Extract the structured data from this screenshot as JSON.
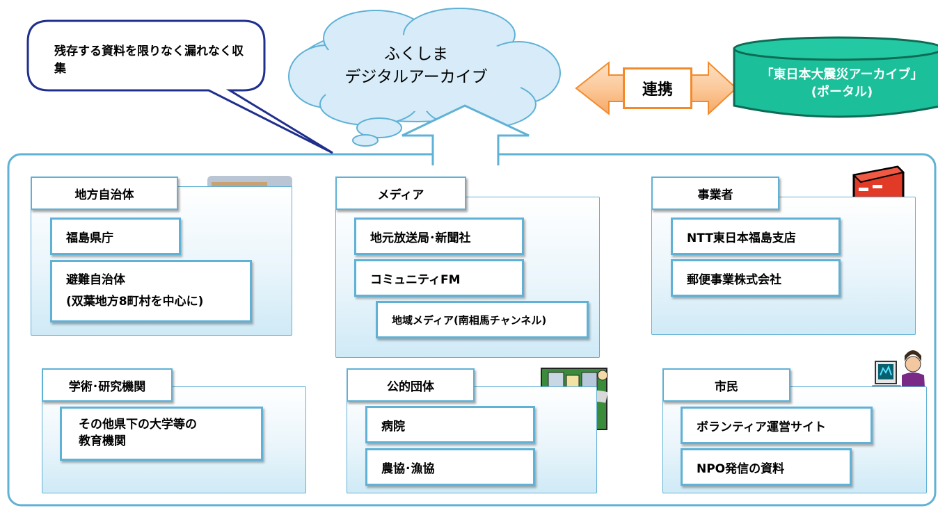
{
  "bubble": {
    "text": "残存する資料を限りなく漏れなく収集"
  },
  "cloud": {
    "line1": "ふくしま",
    "line2": "デジタルアーカイブ"
  },
  "link": {
    "label": "連携"
  },
  "portal": {
    "line1": "「東日本大震災アーカイブ」",
    "line2": "(ポータル)"
  },
  "groups": [
    {
      "title": "地方自治体",
      "items": [
        "福島県庁"
      ],
      "multi": [
        "避難自治体",
        "(双葉地方8町村を中心に)"
      ]
    },
    {
      "title": "メディア",
      "items": [
        "地元放送局･新聞社",
        "コミュニティFM",
        "地域メディア(南相馬チャンネル)"
      ]
    },
    {
      "title": "事業者",
      "items": [
        "NTT東日本福島支店",
        "郵便事業株式会社"
      ]
    },
    {
      "title": "学術･研究機関",
      "multi": [
        "その他県下の大学等の",
        "教育機関"
      ]
    },
    {
      "title": "公的団体",
      "items": [
        "病院",
        "農協･漁協"
      ]
    },
    {
      "title": "市民",
      "items": [
        "ボランティア運営サイト",
        "NPO発信の資料"
      ]
    }
  ],
  "colors": {
    "cloud_fill": "#d7ecf8",
    "outline_blue": "#5fb1d6",
    "link_orange": "#f28a2c",
    "portal_teal": "#1bbf99",
    "bubble_border": "#1f2f8c"
  },
  "icons": [
    "building-clipart-icon",
    "mailbox-clipart-icon",
    "city-ambulance-phone-clipart-icon",
    "person-at-computer-clipart-icon"
  ]
}
